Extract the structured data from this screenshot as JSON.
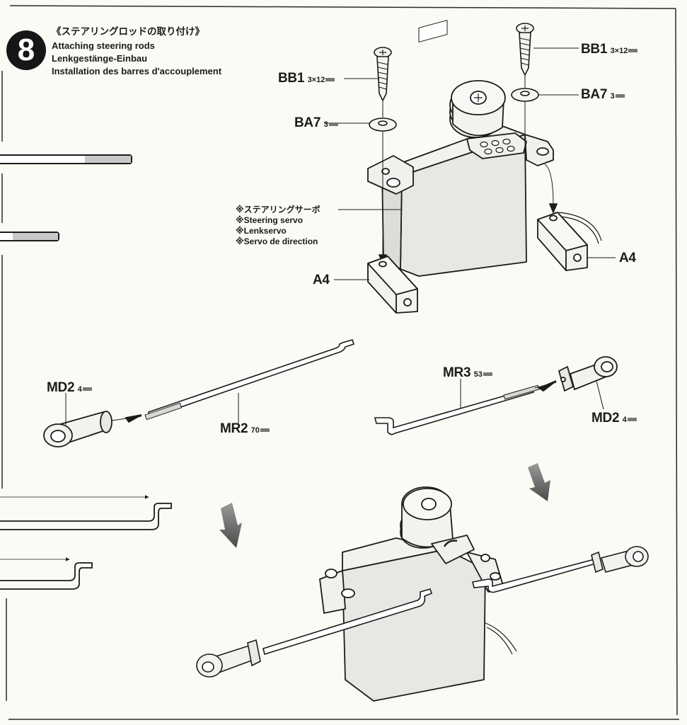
{
  "step": {
    "number": "8",
    "title_ja": "《ステアリングロッドの取り付け》",
    "title_en": "Attaching steering rods",
    "title_de": "Lenkgestänge-Einbau",
    "title_fr": "Installation des barres d'accouplement"
  },
  "servo_note": {
    "marker": "※",
    "ja": "ステアリングサーボ",
    "en": "Steering servo",
    "de": "Lenkservo",
    "fr": "Servo de direction"
  },
  "parts": {
    "bb1_left": {
      "code": "BB1",
      "size": "3×12"
    },
    "ba7_left": {
      "code": "BA7",
      "size": "3"
    },
    "bb1_right": {
      "code": "BB1",
      "size": "3×12"
    },
    "ba7_right": {
      "code": "BA7",
      "size": "3"
    },
    "a4_left": {
      "code": "A4"
    },
    "a4_right": {
      "code": "A4"
    },
    "md2_left": {
      "code": "MD2",
      "size": "4"
    },
    "mr2": {
      "code": "MR2",
      "size": "70"
    },
    "mr3": {
      "code": "MR3",
      "size": "53"
    },
    "md2_right": {
      "code": "MD2",
      "size": "4"
    }
  },
  "colors": {
    "ink": "#1b1b1b",
    "paper": "#fbfaf4",
    "part_fill": "#ececea",
    "arrow": "#6a6a6a"
  }
}
